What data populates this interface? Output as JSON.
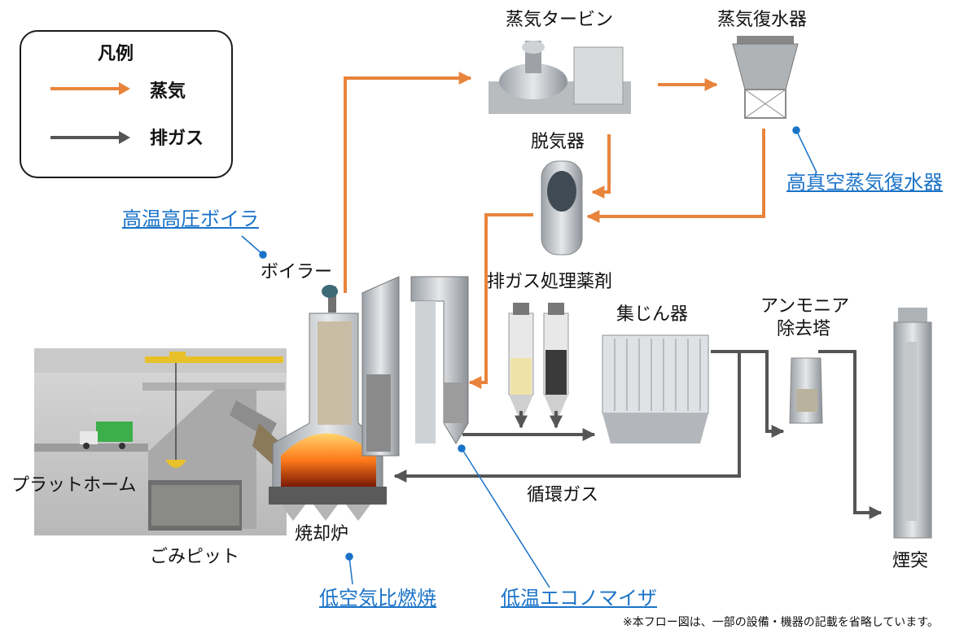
{
  "legend": {
    "title": "凡例",
    "steam": "蒸気",
    "exhaust": "排ガス"
  },
  "colors": {
    "steam": "#e8843c",
    "exhaust": "#555555",
    "link": "#1a73c8"
  },
  "labels": {
    "turbine": "蒸気タービン",
    "condenser": "蒸気復水器",
    "deaerator": "脱気器",
    "boiler": "ボイラー",
    "chemicals": "排ガス処理薬剤",
    "dust_collector": "集じん器",
    "ammonia_line1": "アンモニア",
    "ammonia_line2": "除去塔",
    "platform": "プラットホーム",
    "pit": "ごみピット",
    "incinerator": "焼却炉",
    "recirculation": "循環ガス",
    "chimney": "煙突"
  },
  "links": {
    "boiler": "高温高圧ボイラ",
    "condenser": "高真空蒸気復水器",
    "combustion": "低空気比燃焼",
    "economizer": "低温エコノマイザ"
  },
  "note": "※本フロー図は、一部の設備・機器の記載を省略しています。"
}
